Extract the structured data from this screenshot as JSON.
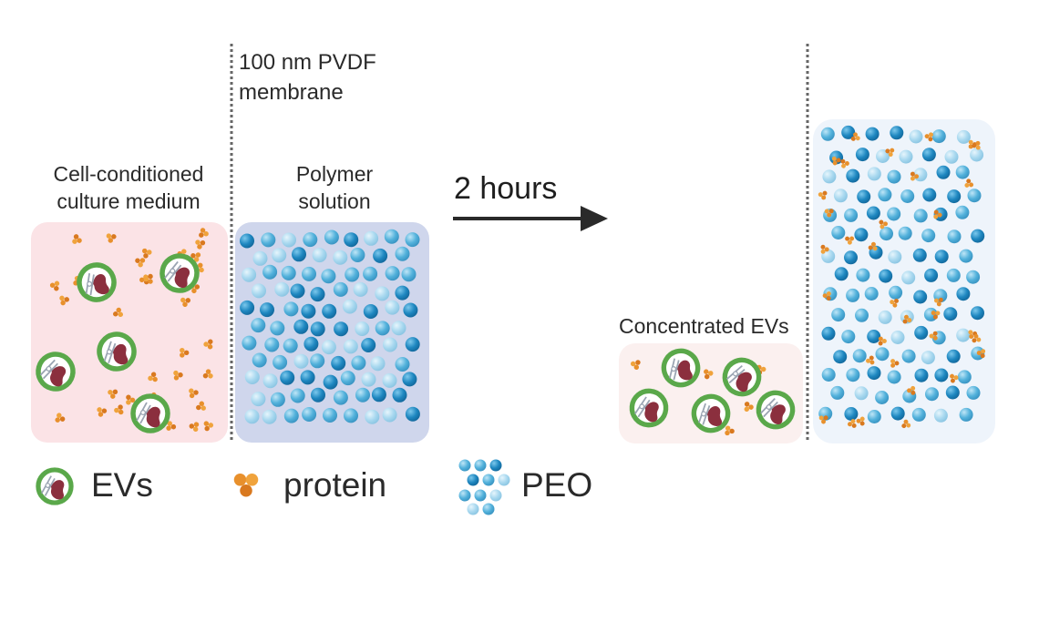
{
  "labels": {
    "membrane": [
      "100 nm PVDF",
      "membrane"
    ],
    "medium": [
      "Cell-conditioned",
      "culture medium"
    ],
    "polymer": [
      "Polymer",
      "solution"
    ],
    "time": "2 hours",
    "concentrated": "Concentrated EVs"
  },
  "legend": {
    "evs": "EVs",
    "protein": "protein",
    "peo": "PEO"
  },
  "colors": {
    "medium_fill": "#fbe3e6",
    "polymer_fill": "#cfd6ec",
    "final_fill": "#eef4fb",
    "conc_fill": "#fbf0ef",
    "ev_ring": "#5aa84a",
    "ev_cargo": "#8b2f3e",
    "protein": "#e8902c",
    "peo_dark": "#1e87c0",
    "peo_mid": "#52b1db",
    "peo_light": "#a8d8ef",
    "arrow": "#2a2a2a",
    "membrane_line": "#666666"
  }
}
